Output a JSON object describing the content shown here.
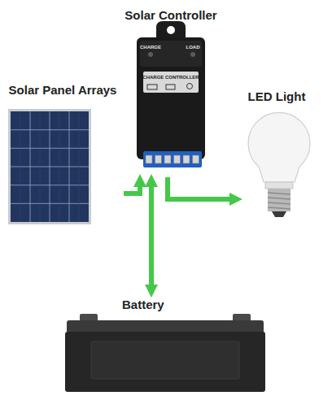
{
  "diagram": {
    "nodes": [
      {
        "text": [
          "Solar Controller"
        ]
      },
      {
        "text": [
          "Solar Panel Arrays"
        ]
      },
      {
        "text": [
          "LED Light"
        ]
      },
      {
        "text": [
          "Battery"
        ]
      }
    ],
    "edges": [
      {
        "from": 1,
        "to": 0,
        "arrow": "to"
      },
      {
        "from": 0,
        "to": 3,
        "arrow": "both"
      },
      {
        "from": 0,
        "to": 2,
        "arrow": "to"
      }
    ],
    "labels": [
      "CHARGE",
      "LOAD",
      "CHARGE CONTROLLER"
    ]
  }
}
